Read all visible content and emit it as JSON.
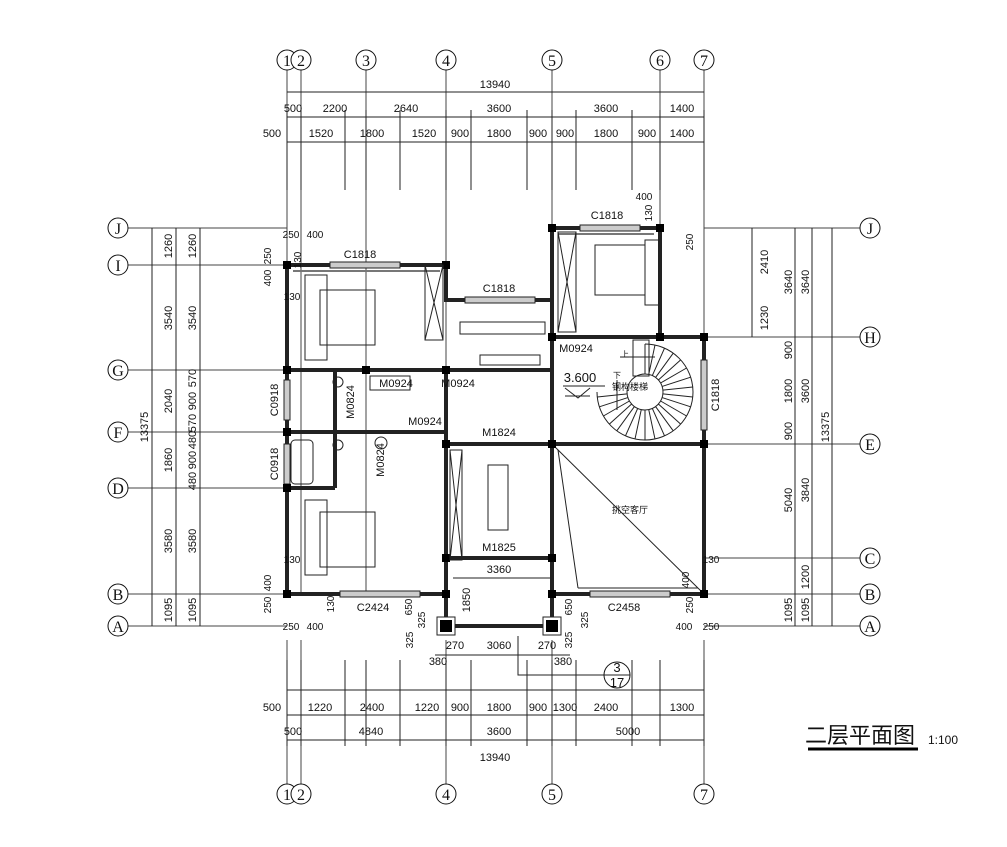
{
  "title": {
    "name": "二层平面图",
    "scale": "1:100"
  },
  "axes": {
    "top": [
      "1",
      "2",
      "3",
      "4",
      "5",
      "6",
      "7"
    ],
    "bottom": [
      "1",
      "2",
      "4",
      "5",
      "7"
    ],
    "left": [
      "J",
      "I",
      "G",
      "F",
      "D",
      "B",
      "A"
    ],
    "right": [
      "J",
      "H",
      "E",
      "C",
      "B",
      "A"
    ]
  },
  "dims": {
    "top_total": "13940",
    "top_axis": [
      "500",
      "2200",
      "2640",
      "3600",
      "3600",
      "1400"
    ],
    "top_detail": [
      "500",
      "1520",
      "1800",
      "1520",
      "900",
      "1800",
      "900",
      "900",
      "1800",
      "900",
      "1400"
    ],
    "bottom_detail": [
      "500",
      "1220",
      "2400",
      "1220",
      "900",
      "1800",
      "900",
      "1300",
      "2400",
      "1300"
    ],
    "bottom_axis": [
      "500",
      "4840",
      "3600",
      "5000"
    ],
    "bottom_total": "13940",
    "left_total": "13375",
    "left_axis": [
      "1260",
      "3540",
      "2040",
      "1860",
      "3580",
      "1095"
    ],
    "left_detail": [
      "1260",
      "3540",
      "570",
      "900",
      "570",
      "480",
      "900",
      "480",
      "3580",
      "1095"
    ],
    "right_inner": [
      "2410",
      "1230"
    ],
    "right_axis": [
      "3640",
      "900",
      "1800",
      "900",
      "5040",
      "1095"
    ],
    "right_axis2": [
      "3640",
      "3600",
      "3840",
      "1200",
      "1095"
    ],
    "right_total": "13375"
  },
  "labels": {
    "windows": [
      "C1818",
      "C1818",
      "C1818",
      "C1818",
      "C0918",
      "C0918",
      "C2424",
      "C2458"
    ],
    "doors": [
      "M0924",
      "M0924",
      "M0824",
      "M0924",
      "M0824",
      "M1824",
      "M1825",
      "M0924"
    ],
    "level": "3.600",
    "stair": "钢构楼梯",
    "stair_up": "上",
    "stair_down": "下",
    "void_living": "挑空客厅",
    "balcony": [
      "3360",
      "1850",
      "3060",
      "270",
      "270",
      "380",
      "380"
    ],
    "small": [
      "250",
      "400",
      "250",
      "130",
      "400",
      "130",
      "400",
      "250",
      "130",
      "130",
      "400",
      "250",
      "250",
      "400",
      "400",
      "250",
      "130",
      "650",
      "325",
      "325",
      "650",
      "325",
      "325",
      "130",
      "400",
      "250"
    ]
  },
  "detail_ref": {
    "number": "3",
    "sheet": "17"
  }
}
